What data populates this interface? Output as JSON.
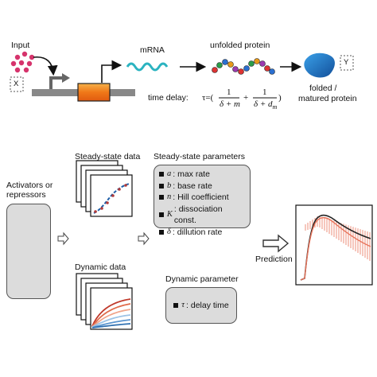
{
  "top": {
    "input_label": "Input",
    "input_box": "X",
    "mrna_label": "mRNA",
    "unfolded_label": "unfolded protein",
    "folded_label_1": "folded /",
    "folded_label_2": "matured protein",
    "output_box": "Y",
    "time_delay_label": "time delay:",
    "tau_lhs": "τ=(",
    "frac1_num": "1",
    "frac1_den": "δ + m",
    "plus": "+",
    "frac2_num": "1",
    "frac2_den": "δ + d",
    "frac2_den_sub": "m",
    "rparen": ")"
  },
  "bottom": {
    "activators_label_1": "Activators or",
    "activators_label_2": "repressors",
    "steady_state_data_label": "Steady-state data",
    "dynamic_data_label": "Dynamic data",
    "steady_state_params_label": "Steady-state parameters",
    "params": [
      {
        "symbol": "a",
        "text": ": max rate"
      },
      {
        "symbol": "b",
        "text": ": base rate"
      },
      {
        "symbol": "n",
        "text": ": Hill coefficient"
      },
      {
        "symbol": "K",
        "text": ": dissociation const."
      },
      {
        "symbol": "δ",
        "text": ": dillution rate"
      }
    ],
    "dynamic_param_label": "Dynamic parameter",
    "dynamic_param": {
      "symbol": "τ",
      "text": ": delay time"
    },
    "prediction_label": "Prediction"
  },
  "colors": {
    "input_dots": "#d6336c",
    "mrna": "#2bb3c0",
    "gene_box": "#f08a1c",
    "folded": "#1f73c8",
    "box_fill": "#dcdcdc",
    "dyn_red": "#c0392b",
    "dyn_blue": "#2e6fb0",
    "pred_red": "#e8735a",
    "part_colors": [
      "#2aa7d9",
      "#1a8a4a",
      "#a01a7d",
      "#e0601c"
    ]
  }
}
